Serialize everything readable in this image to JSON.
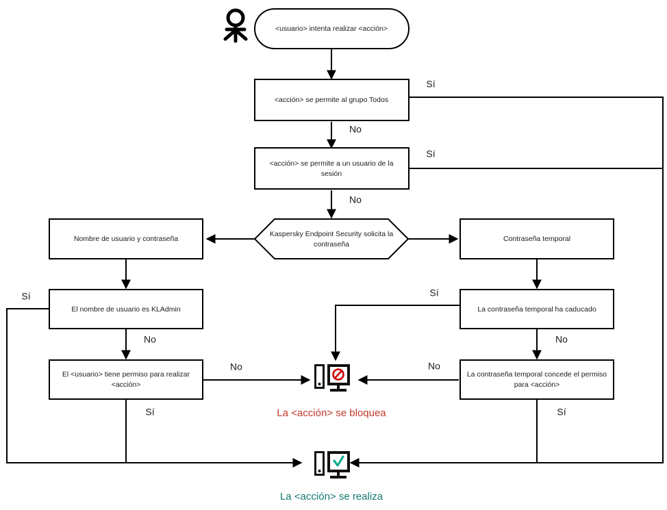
{
  "diagram": {
    "title": "Flujo de autorizacion de accion de usuario",
    "language": "es",
    "colors": {
      "stroke": "#000000",
      "blocked": "#c0392b",
      "allowed": "#127a6e",
      "deny_mark": "#cc0000",
      "check_mark": "#00a88e"
    }
  },
  "actor": {
    "name": "usuario-actor",
    "label": ""
  },
  "nodes": {
    "start": {
      "shape": "pill",
      "text": "<usuario> intenta realizar <acción>"
    },
    "allowed_everyone": {
      "shape": "rect",
      "text": "<acción> se permite al grupo Todos"
    },
    "allowed_session_user": {
      "shape": "rect",
      "line1": "<acción> se permite a un usuario de la",
      "line2": "sesión"
    },
    "kes_prompt": {
      "shape": "hexagon",
      "line1": "Kaspersky Endpoint Security solicita la",
      "line2": "contraseña"
    },
    "username_password": {
      "shape": "rect",
      "text": "Nombre de usuario y contraseña"
    },
    "temp_password": {
      "shape": "rect",
      "text": "Contraseña temporal"
    },
    "is_kladmin": {
      "shape": "rect",
      "text": "El nombre de usuario es KLAdmin"
    },
    "temp_expired": {
      "shape": "rect",
      "text": "La contraseña temporal ha caducado"
    },
    "user_has_permission": {
      "shape": "rect",
      "line1": "El <usuario> tiene permiso para realizar",
      "line2": "<acción>"
    },
    "temp_grants_permission": {
      "shape": "rect",
      "line1": "La contraseña temporal concede el permiso",
      "line2": "para <acción>"
    }
  },
  "edge_labels": {
    "everyone_yes": "Sí",
    "everyone_no": "No",
    "session_yes": "Sí",
    "session_no": "No",
    "kladmin_yes": "Sí",
    "kladmin_no": "No",
    "permission_no": "No",
    "permission_yes": "Sí",
    "expired_yes": "Sí",
    "expired_no": "No",
    "grants_no": "No",
    "grants_yes": "Sí"
  },
  "outcomes": {
    "blocked": {
      "icon": "monitor-blocked-icon",
      "text": "La <acción> se bloquea"
    },
    "allowed": {
      "icon": "monitor-allowed-icon",
      "text": "La <acción> se realiza"
    }
  }
}
